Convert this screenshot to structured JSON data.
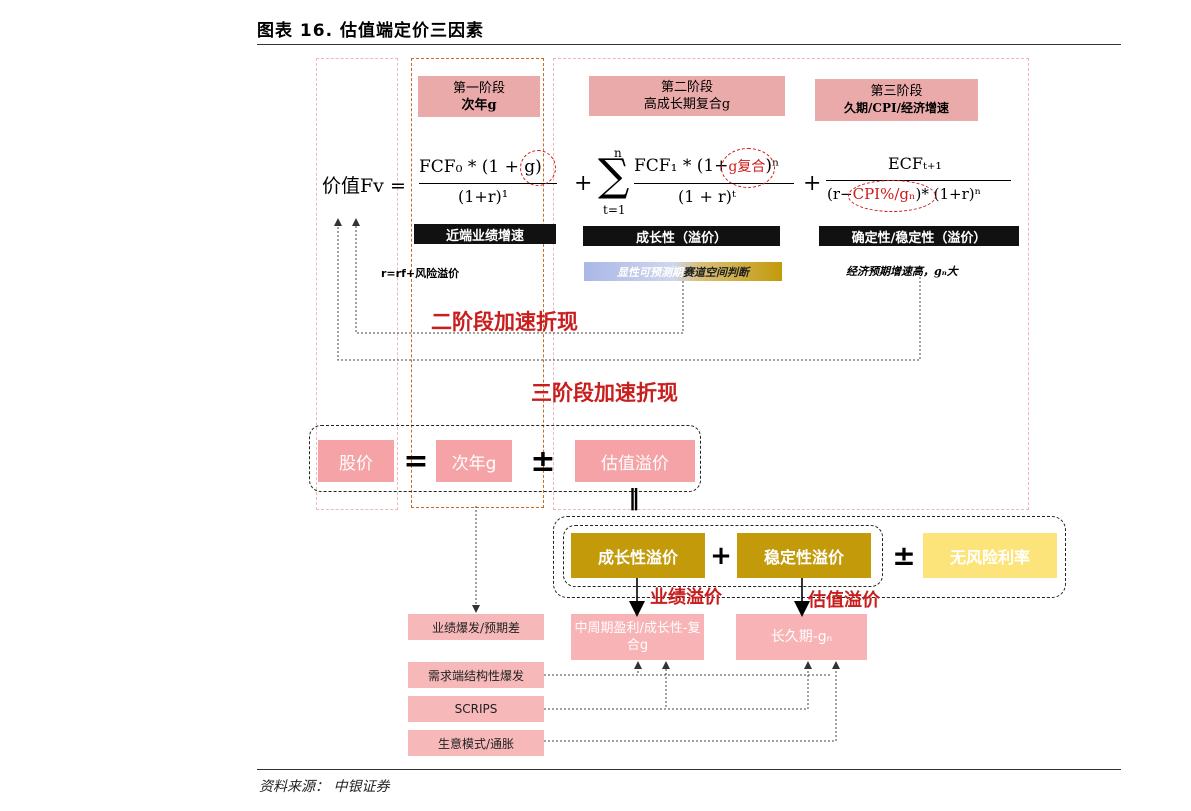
{
  "figure": {
    "title": "图表 16. 估值端定价三因素",
    "source": "资料来源： 中银证券"
  },
  "stages": {
    "s1": {
      "line1": "第一阶段",
      "line2": "次年g"
    },
    "s2": {
      "line1": "第二阶段",
      "line2": "高成长期复合g"
    },
    "s3": {
      "line1": "第三阶段",
      "line2": "久期/CPI/经济增速"
    }
  },
  "formula": {
    "lhs": "价值Fv =",
    "t1_num": "FCF₀ * (1 + g)",
    "t1_den": "(1+r)¹",
    "plus1": "+",
    "sum_top": "n",
    "sum_sym": "∑",
    "sum_bot": "t=1",
    "t2_num_a": "FCF₁ * (1+",
    "t2_num_g": "g复合",
    "t2_num_b": ")ⁿ",
    "t2_den": "(1 + r)ᵗ",
    "plus2": "+",
    "t3_num": "ECFₜ₊₁",
    "t3_den_a": "(r−",
    "t3_den_g": "CPI%/gₙ",
    "t3_den_b": ")* (1+r)ⁿ"
  },
  "bars": {
    "b1": "近端业绩增速",
    "b2": "成长性（溢价）",
    "b3": "确定性/稳定性（溢价）"
  },
  "notes": {
    "visibility_a": "显性可预测期",
    "visibility_b": "赛道空间判断",
    "stable": "经济预期增速高，gₙ大",
    "r_def": "r=rf+风险溢价"
  },
  "discount": {
    "two_stage": "二阶段加速折现",
    "three_stage": "三阶段加速折现"
  },
  "equation": {
    "price": "股价",
    "eq": "=",
    "next_g": "次年g",
    "pm": "±",
    "premium": "估值溢价",
    "vert_eq": "‖"
  },
  "premium_row": {
    "growth": "成长性溢价",
    "plus": "+",
    "stability": "稳定性溢价",
    "pm": "±",
    "riskfree": "无风险利率"
  },
  "labels": {
    "earnings_premium": "业绩溢价",
    "valuation_premium": "估值溢价"
  },
  "outcomes": {
    "mid": "中周期盈利/成长性-复合g",
    "long": "长久期-gₙ"
  },
  "drivers": {
    "d1": "业绩爆发/预期差",
    "d2": "需求端结构性爆发",
    "d3": "SCRIPS",
    "d4": "生意模式/通胀"
  },
  "colors": {
    "stage_fill": "#eaaaaa",
    "gold": "#c29a0a",
    "pink": "#f5a3a6",
    "yellow": "#fde47a",
    "accent_red": "#d11a1a",
    "orange_dash": "#cc6a1f"
  }
}
